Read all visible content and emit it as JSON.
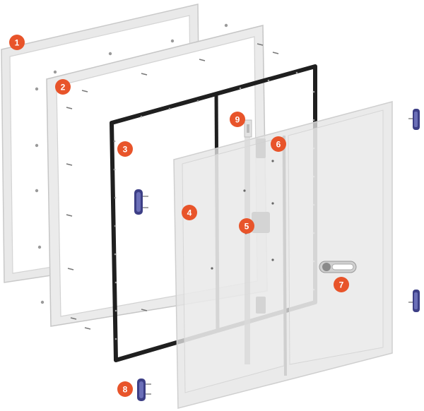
{
  "diagram": {
    "type": "exploded-assembly",
    "components": [
      {
        "id": 1,
        "label": "1",
        "part": "outer-frame"
      },
      {
        "id": 2,
        "label": "2",
        "part": "inner-frame"
      },
      {
        "id": 3,
        "label": "3",
        "part": "black-gasket-frame"
      },
      {
        "id": 4,
        "label": "4",
        "part": "left-door-panel"
      },
      {
        "id": 5,
        "label": "5",
        "part": "center-mullion-lock"
      },
      {
        "id": 6,
        "label": "6",
        "part": "upper-latch"
      },
      {
        "id": 7,
        "label": "7",
        "part": "door-handle"
      },
      {
        "id": 8,
        "label": "8",
        "part": "hinge"
      },
      {
        "id": 9,
        "label": "9",
        "part": "mullion-bracket"
      }
    ],
    "colors": {
      "callout": "#e8542a",
      "frame": "#e6e6e6",
      "frame_edge": "#c8c8c8",
      "gasket": "#1f1f1f",
      "panel": "#ececec",
      "hinge": "#3d3f86",
      "background": "#ffffff"
    }
  }
}
